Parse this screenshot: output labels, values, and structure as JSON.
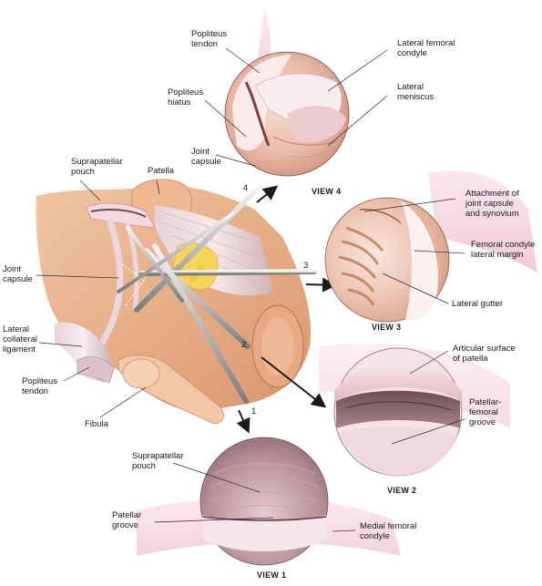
{
  "labels": {
    "popliteus_tendon_top": [
      "Popliteus",
      "tendon"
    ],
    "lateral_femoral_condyle": [
      "Lateral femoral",
      "condyle"
    ],
    "popliteus_hiatus": [
      "Popliteus",
      "hiatus"
    ],
    "lateral_meniscus": [
      "Lateral",
      "meniscus"
    ],
    "joint_capsule_top": [
      "Joint",
      "capsule"
    ],
    "suprapatellar_pouch_left": [
      "Suprapatellar",
      "pouch"
    ],
    "patella": [
      "Patella"
    ],
    "attachment": [
      "Attachment of",
      "joint capsule",
      "and synovium"
    ],
    "joint_capsule_left": [
      "Joint",
      "capsule"
    ],
    "femoral_condyle_lateral_margin": [
      "Femoral condyle",
      "lateral margin"
    ],
    "lateral_gutter": [
      "Lateral gutter"
    ],
    "lateral_collateral_ligament": [
      "Lateral",
      "collateral",
      "ligament"
    ],
    "articular_surface": [
      "Articular surface",
      "of patella"
    ],
    "popliteus_tendon_left": [
      "Popliteus",
      "tendon"
    ],
    "patellar_femoral_groove": [
      "Patellar-",
      "femoral",
      "groove"
    ],
    "fibula": [
      "Fibula"
    ],
    "suprapatellar_pouch_bottom": [
      "Suprapatellar",
      "pouch"
    ],
    "patellar_groove": [
      "Patellar",
      "groove"
    ],
    "medial_femoral_condyle": [
      "Medial femoral",
      "condyle"
    ]
  },
  "views": {
    "view1": "VIEW 1",
    "view2": "VIEW 2",
    "view3": "VIEW 3",
    "view4": "VIEW 4"
  },
  "portal_numbers": {
    "p1": "1",
    "p2": "2",
    "p3": "3",
    "p4": "4"
  }
}
